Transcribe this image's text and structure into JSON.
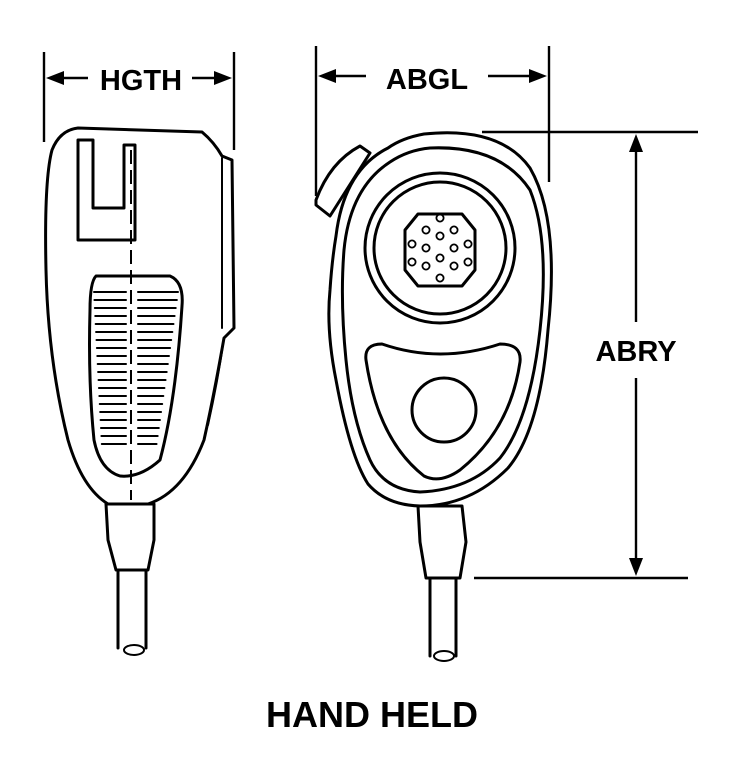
{
  "dimensions": {
    "width_label": "HGTH",
    "length_label": "ABGL",
    "height_label": "ABRY"
  },
  "caption": "HAND HELD"
}
